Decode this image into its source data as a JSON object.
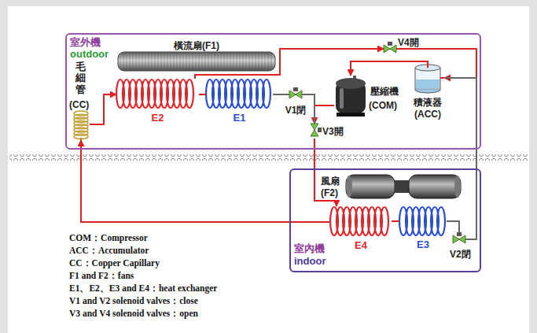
{
  "diagram": {
    "nodes": [
      {
        "text": [
          "室外機",
          "outdoor"
        ]
      },
      {
        "text": [
          "橫流扇(F1)"
        ],
        "in": 0
      },
      {
        "text": [
          "毛細管",
          "(CC)"
        ],
        "in": 0
      },
      {
        "text": [
          "E2"
        ],
        "in": 0
      },
      {
        "text": [
          "E1"
        ],
        "in": 0
      },
      {
        "text": [
          "V4開"
        ],
        "in": 0
      },
      {
        "text": [
          "V1閉"
        ],
        "in": 0
      },
      {
        "text": [
          "V3開"
        ],
        "in": 0
      },
      {
        "text": [
          "壓縮機",
          "(COM)"
        ],
        "in": 0
      },
      {
        "text": [
          "積液器",
          "(ACC)"
        ],
        "in": 0
      },
      {
        "text": [
          "室內機",
          "indoor"
        ]
      },
      {
        "text": [
          "風扇",
          "(F2)"
        ],
        "in": 10
      },
      {
        "text": [
          "E4"
        ],
        "in": 10
      },
      {
        "text": [
          "E3"
        ],
        "in": 10
      },
      {
        "text": [
          "V2閉"
        ],
        "in": 10
      }
    ],
    "edges": [
      {
        "from": 8,
        "to": 7,
        "arrow": "to"
      },
      {
        "from": 7,
        "to": 12,
        "arrow": "to"
      },
      {
        "from": 12,
        "to": 2,
        "arrow": "to"
      },
      {
        "from": 2,
        "to": 3,
        "arrow": "to"
      },
      {
        "from": 3,
        "to": 4,
        "arrow": "none"
      },
      {
        "from": 3,
        "to": 5,
        "arrow": "to"
      },
      {
        "from": 5,
        "to": 9,
        "arrow": "to"
      },
      {
        "from": 9,
        "to": 8,
        "arrow": "to"
      },
      {
        "from": 4,
        "to": 6,
        "arrow": "none"
      },
      {
        "from": 6,
        "to": 7,
        "arrow": "none"
      },
      {
        "from": 13,
        "to": 14,
        "arrow": "none"
      },
      {
        "from": 14,
        "to": 9,
        "arrow": "none"
      },
      {
        "from": 12,
        "to": 13,
        "arrow": "none"
      }
    ],
    "labels": [
      "COM：Compressor",
      "ACC：Accumulator",
      "CC：Copper Capillary",
      "F1 and F2：fans",
      "E1、E2、E3 and E4：heat exchanger",
      "V1 and V2 solenoid valves：close",
      "V3 and V4 solenoid valves：open"
    ]
  }
}
